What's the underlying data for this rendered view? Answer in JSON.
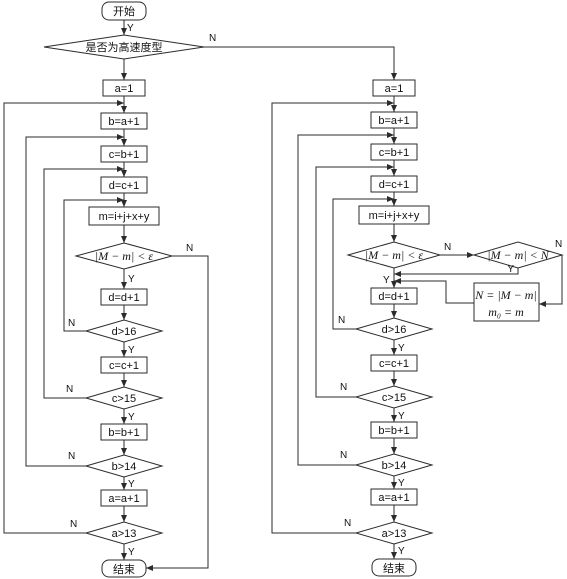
{
  "start": "开始",
  "end": "结束",
  "decision_type": "是否为高速度型",
  "yes": "Y",
  "no": "N",
  "steps": {
    "a_init": "a=1",
    "b_init": "b=a+1",
    "c_init": "c=b+1",
    "d_init": "d=c+1",
    "m_calc": "m=i+j+x+y",
    "d_inc": "d=d+1",
    "d_check": "d>16",
    "c_inc": "c=c+1",
    "c_check": "c>15",
    "b_inc": "b=b+1",
    "b_check": "b>14",
    "a_inc": "a=a+1",
    "a_check": "a>13"
  },
  "conditions": {
    "eps": "|M − m| < ε",
    "n": "|M − m| < N"
  },
  "update_block": {
    "line1": "N = |M − m|",
    "line2": "m₀ = m"
  }
}
